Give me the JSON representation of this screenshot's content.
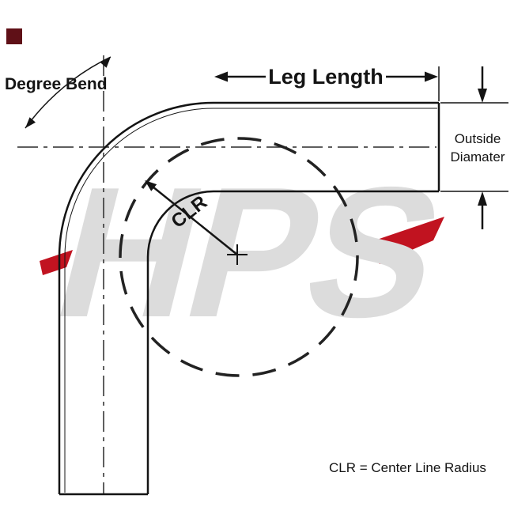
{
  "labels": {
    "degree_bend": "Degree Bend",
    "leg_length": "Leg Length",
    "outside_line1": "Outside",
    "outside_line2": "Diamater",
    "clr": "CLR",
    "clr_legend": "CLR = Center Line Radius"
  },
  "watermark": {
    "text": "HPS"
  },
  "colors": {
    "ink": "#141414",
    "centerline": "#2a2a2a",
    "watermark_gray": "#dcdcdc",
    "watermark_red": "#c11320",
    "corner_mark_red": "#5f1017",
    "background": "#ffffff"
  }
}
